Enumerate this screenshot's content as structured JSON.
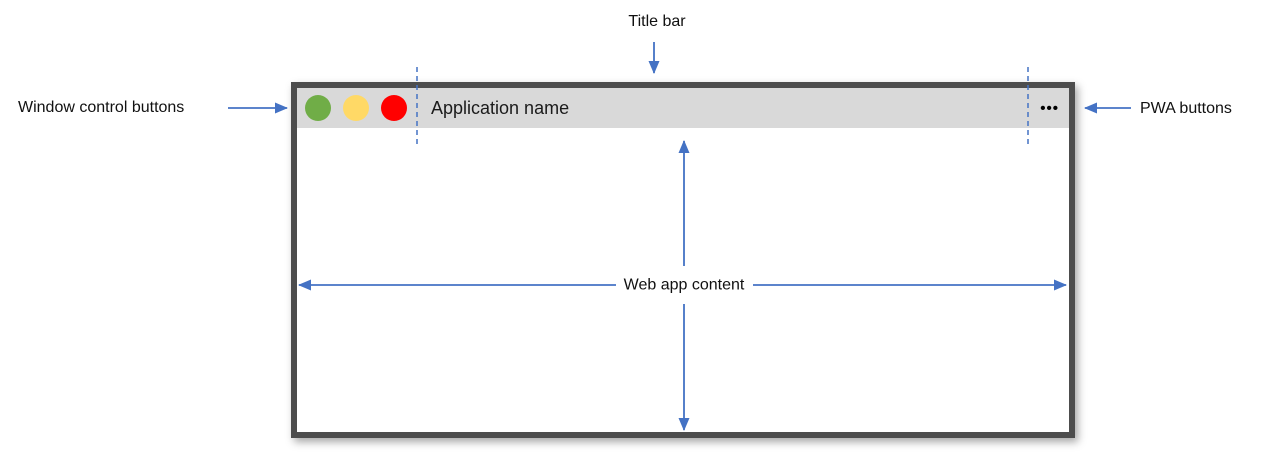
{
  "annotations": {
    "title_bar": "Title bar",
    "window_controls": "Window control buttons",
    "pwa_buttons": "PWA buttons",
    "web_app_content": "Web app content"
  },
  "window": {
    "title": "Application name",
    "controls": [
      {
        "name": "green",
        "color": "#70AD47"
      },
      {
        "name": "yellow",
        "color": "#FFD966"
      },
      {
        "name": "red",
        "color": "#FF0000"
      }
    ],
    "more_options_glyph": "•••"
  },
  "colors": {
    "annotation_blue": "#4472C4",
    "window_border": "#4D4D4D",
    "titlebar_bg": "#D9D9D9"
  }
}
